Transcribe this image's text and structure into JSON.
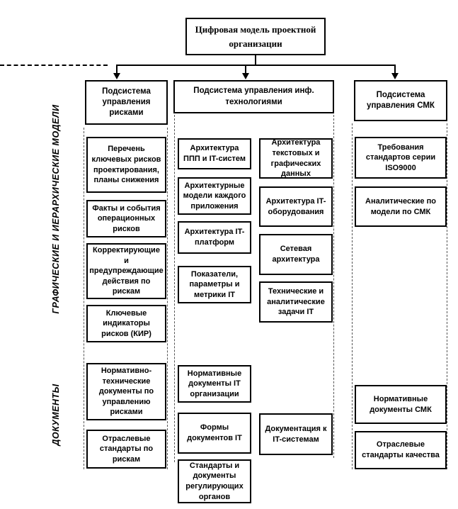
{
  "root_box": {
    "label": "Цифровая модель проектной организации"
  },
  "side_labels": {
    "models": "ГРАФИЧЕСКИЕ И ИЕРАРХИЧЕСКИЕ МОДЕЛИ",
    "documents": "ДОКУМЕНТЫ"
  },
  "columns": [
    {
      "header": "Подсистема управления рисками",
      "boxes": [
        "Перечень ключевых рисков проектирования, планы снижения",
        "Факты и события операционных рисков",
        "Корректирующие и предупреждающие действия по рискам",
        "Ключевые индикаторы рисков (КИР)",
        "Нормативно-технические документы по управлению рисками",
        "Отраслевые стандарты по рискам"
      ]
    },
    {
      "header": "Подсистема управления инф. технологиями",
      "left_boxes": [
        "Архитектура ППП и IT-систем",
        "Архитектурные модели каждого приложения",
        "Архитектура IT-платформ",
        "Показатели, параметры и метрики IT",
        "Нормативные документы IT организации",
        "Формы документов IT",
        "Стандарты и документы регулирующих органов"
      ],
      "right_boxes": [
        "Архитектура текстовых и графических данных",
        "Архитектура IT-оборудования",
        "Сетевая архитектура",
        "Технические и аналитические задачи IT",
        "Документация к IT-системам"
      ]
    },
    {
      "header": "Подсистема управления СМК",
      "boxes": [
        "Требования стандартов серии ISO9000",
        "Аналитические по модели по СМК",
        "Нормативные документы СМК",
        "Отраслевые стандарты качества"
      ]
    }
  ],
  "colors": {
    "line": "#000000",
    "background": "#ffffff"
  }
}
